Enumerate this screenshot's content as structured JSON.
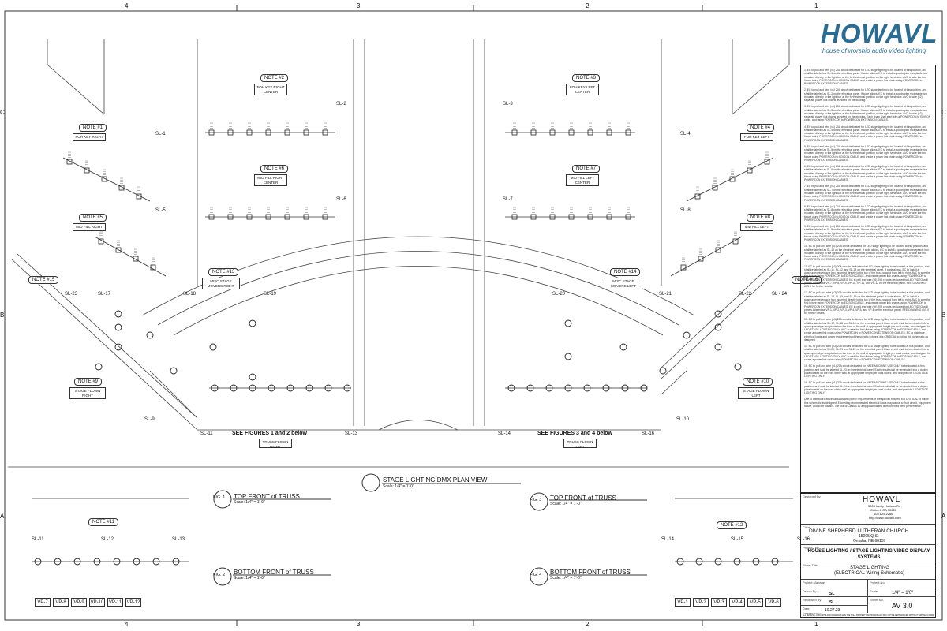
{
  "grid": {
    "columns": [
      "4",
      "3",
      "2",
      "1"
    ],
    "rows": [
      "C",
      "B",
      "A"
    ]
  },
  "logo": {
    "wordmark": "HOWAVL",
    "tagline": "house of worship audio video lighting"
  },
  "plan": {
    "title": "STAGE LIGHTING DMX PLAN VIEW",
    "scale": "Scale: 1/4\" = 1'-0\""
  },
  "notes": [
    {
      "tag": "NOTE #1",
      "desc": "FOH KEY RIGHT"
    },
    {
      "tag": "NOTE #2",
      "desc": "FOH KEY RIGHT CENTER"
    },
    {
      "tag": "NOTE #3",
      "desc": "FOH KEY LEFT CENTER"
    },
    {
      "tag": "NOTE #4",
      "desc": "FOH KEY LEFT"
    },
    {
      "tag": "NOTE #5",
      "desc": "MID FILL RIGHT"
    },
    {
      "tag": "NOTE #6",
      "desc": "MID FILL RIGHT CENTER"
    },
    {
      "tag": "NOTE #7",
      "desc": "MID FILL LEFT CENTER"
    },
    {
      "tag": "NOTE #8",
      "desc": "MID FILL LEFT"
    },
    {
      "tag": "NOTE #9",
      "desc": "STAGE FLOWN RIGHT"
    },
    {
      "tag": "NOTE #10",
      "desc": "STAGE FLOWN LEFT"
    },
    {
      "tag": "NOTE #11",
      "desc": ""
    },
    {
      "tag": "NOTE #12",
      "desc": ""
    },
    {
      "tag": "NOTE #13",
      "desc": "MISC STAGE MOVERS RIGHT"
    },
    {
      "tag": "NOTE #14",
      "desc": "MISC STAGE MOVERS LEFT"
    },
    {
      "tag": "NOTE #15",
      "desc": ""
    },
    {
      "tag": "NOTE #16",
      "desc": ""
    }
  ],
  "circuits": [
    "SL-1",
    "SL-2",
    "SL-3",
    "SL-4",
    "SL-5",
    "SL-6",
    "SL-7",
    "SL-8",
    "SL-9",
    "SL-10",
    "SL-11",
    "SL-12",
    "SL-13",
    "SL-14",
    "SL-15",
    "SL-16",
    "SL-17",
    "SL-18",
    "SL-19",
    "SL-20",
    "SL-21",
    "SL-22",
    "SL-23",
    "SL - 24"
  ],
  "truss": {
    "right_label": "TRUSS FLOWN RIGHT",
    "left_label": "TRUSS FLOWN LEFT",
    "see_right": "SEE FIGURES 1 and 2 below",
    "see_left": "SEE FIGURES 3 and 4 below"
  },
  "figures": [
    {
      "num": "FIG. 1",
      "title": "TOP FRONT of TRUSS",
      "scale": "Scale: 1/4\" = 1'-0\""
    },
    {
      "num": "FIG. 2",
      "title": "BOTTOM FRONT of TRUSS",
      "scale": "Scale: 1/4\" = 1'-0\""
    },
    {
      "num": "FIG. 3",
      "title": "TOP FRONT of TRUSS",
      "scale": "Scale: 1/4\" = 1'-0\""
    },
    {
      "num": "FIG. 4",
      "title": "BOTTOM FRONT of TRUSS",
      "scale": "Scale: 1/4\" = 1'-0\""
    }
  ],
  "vp_left": [
    "VP-7",
    "VP-8",
    "VP-9",
    "VP-10",
    "VP-11",
    "VP-12"
  ],
  "vp_right": [
    "VP-1",
    "VP-2",
    "VP-3",
    "VP-4",
    "VP-5",
    "VP-6"
  ],
  "general_notes": [
    "1. EC to pull and wire (x1) 20A circuit dedicated for LED stage lighting to be located at this position, and shall be labeled as SL-1 on the electrical panel. If code allows, EC to install a quadruplex receptacle box mounted directly to the light bar at the furthest most position on the right hand side. AVC to wire the first fixture using POWERCON to EDISON CABLE, and create a power link chain using POWERCON to POWERCON EXTENSION CABLES.",
    "2. EC to pull and wire (x1) 20A circuit dedicated for LED stage lighting to be located at this position, and shall be labeled as SL-2 on the electrical panel. If code allows, EC to install a quadruplex receptacle box mounted directly to the light bar at the furthest most position on the right hand side. AVC to wire (x2) separate power link chains as noted on the drawing.",
    "3. EC to pull and wire (x1) 20A circuit dedicated for LED stage lighting to be located at this position, and shall be labeled as SL-3 on the electrical panel. If code allows, EC to install a quadruplex receptacle box mounted directly to the light bar at the furthest most position on the right hand side. AVC to wire (x2) separate power link chains as noted on the drawing. Each chain shall start with a POWERCON to EDISON cable, and using POWERCON to POWERCON EXTENSION CABLES.",
    "4. EC to pull and wire (x1) 20A circuit dedicated for LED stage lighting to be located at this position, and shall be labeled as SL-4 on the electrical panel. If code allows, EC to install a quadruplex receptacle box mounted directly to the light bar at the furthest most position on the right hand side. AVC to wire the first fixture using POWERCON to EDISON CABLE, and create a power link chain using POWERCON to POWERCON EXTENSION CABLES.",
    "5. EC to pull and wire (x1) 20A circuit dedicated for LED stage lighting to be located at this position, and shall be labeled as SL-5 on the electrical panel. If code allows, EC to install a quadruplex receptacle box mounted directly to the light bar at the furthest most position on the right hand side. AVC to wire the first fixture using POWERCON to EDISON CABLE, and create a power link chain using POWERCON to POWERCON EXTENSION CABLES.",
    "6. EC to pull and wire (x1) 20A circuit dedicated for LED stage lighting to be located at this position, and shall be labeled as SL-6 on the electrical panel. If code allows, EC to install a quadruplex receptacle box mounted directly to the light bar at the furthest most position on the right hand side. AVC to wire the first fixture using POWERCON to EDISON CABLE, and create a power link chain using POWERCON to POWERCON EXTENSION CABLES.",
    "7. EC to pull and wire (x1) 20A circuit dedicated for LED stage lighting to be located at this position, and shall be labeled as SL-7 on the electrical panel. If code allows, EC to install a quadruplex receptacle box mounted directly to the light bar at the furthest most position on the right hand side. AVC to wire the first fixture using POWERCON to EDISON CABLE, and create a power link chain using POWERCON to POWERCON EXTENSION CABLES.",
    "8. EC to pull and wire (x1) 20A circuit dedicated for LED stage lighting to be located at this position, and shall be labeled as SL-8 on the electrical panel. If code allows, EC to install a quadruplex receptacle box mounted directly to the light bar at the furthest most position on the right hand side. AVC to wire the first fixture using POWERCON to EDISON CABLE, and create a power link chain using POWERCON to POWERCON EXTENSION CABLES.",
    "9. EC to pull and wire (x1) 20A circuit dedicated for LED stage lighting to be located at this position, and shall be labeled as SL-9 on the electrical panel. If code allows, EC to install a quadruplex receptacle box mounted directly to the light bar at the furthest most position on the right hand side. AVC to wire the first fixture using POWERCON to EDISON CABLE, and create a power link chain using POWERCON to POWERCON EXTENSION CABLES.",
    "10. EC to pull and wire (x1) 20A circuit dedicated for LED stage lighting to be located at this position, and shall be labeled as SL-10 on the electrical panel. If code allows, EC to install a quadruplex receptacle box mounted directly to the light bar at the furthest most position on the right hand side. AVC to wire the first fixture using POWERCON to EDISON CABLE, and create a power link chain using POWERCON to POWERCON EXTENSION CABLES.",
    "11. EC to pull and wire (x3) 20A circuits dedicated for LED stage lighting to be located at this position, and shall be labeled as SL-11, SL-12, and SL-13 on the electrical panel. If code allows, EC to install a quadruplex receptacle box mounted directly to the top of the truss spaced from left to right. AVC to wire the first fixture using POWERCON to EDISON CABLE, and create power link chains using POWERCON to POWERCON EXTENSION CABLES. EC to pull and wire (x6) 20A circuits dedicated for LED VIDEO wall panels labeled as VP-7, VP-8, VP-9, VP-10, VP-11, and VP-12 on the electrical panel. SEE DRAWING AV5.0 for further details.",
    "12. EC to pull and wire (x3) 20A circuits dedicated for LED stage lighting to be located at this position, and shall be labeled as SL-14, SL-15, and SL-16 on the electrical panel. If code allows, EC to install a quadruplex receptacle box mounted directly to the top of the truss spaced from left to right. AVC to wire the first fixture using POWERCON to EDISON CABLE, and create power link chains using POWERCON to POWERCON EXTENSION CABLES. EC to pull and wire (x6) 20A circuits dedicated for LED VIDEO wall panels labeled as VP-1, VP-2, VP-3, VP-4, VP-5, and VP-6 on the electrical panel. SEE DRAWING AV5.0 for further details.",
    "13. EC to pull and wire (x3) 20A circuits dedicated for LED stage lighting to be located at this position, and shall be labeled as SL-17, SL-18 and SL-19 on the electrical panel. Each circuit shall be terminated into a quadruplex style receptacle into the front of the wall at appropriate height per local codes, and designed for LED STAGE LIGHTING ONLY. AVC to wire the first fixture using POWERCON to EDISON CABLE, and create a power link chain using POWERCON to POWERCON EXTENSION CABLES. EC to distribute electrical loads and power requirements of the specific fixtures, it is CRITICAL to follow this schematic as designed.",
    "14. EC to pull and wire (x3) 20A circuits dedicated for LED stage lighting to be located at this position, and shall be labeled as SL-20, SL-21 and SL-22 on the electrical panel. Each circuit shall be terminated into a quadruplex style receptacle into the front of the wall at appropriate height per local codes, and designed for LED STAGE LIGHTING ONLY. AVC to wire the first fixture using POWERCON to EDISON CABLE, and create a power link chain using POWERCON to POWERCON EXTENSION CABLES.",
    "15. EC to pull and wire (x1) 20A circuit dedicated for HAZE MACHINE USE ONLY to be located at this position, and shall be labeled SL-23 on the electrical panel. Each circuit shall be terminated into a duplex plate located on the front of the wall, at appropriate height per local codes, and designed for LED STAGE LIGHTING ONLY.",
    "16. EC to pull and wire (x1) 20A circuit dedicated for HAZE MACHINE USE ONLY to be located at this position, and shall be labeled SL-24 on the electrical panel. Each circuit shall be terminated into a duplex plate located on the front of the wall, at appropriate height per local codes, and designed for LED STAGE LIGHTING ONLY.",
    "Due to distributed electrical loads and power requirements of the specific fixtures, it is CRITICAL to follow this schematic as designed. Exceeding recommended electrical loads may cause a short circuit, equipment failure, and a fire hazard. The use of Class 4 12 amp powercables is required for best performance."
  ],
  "title_block": {
    "designed_by_label": "Designed By",
    "company": "HOWAVL",
    "company_addr1": "580 Howdy Hudson Rd",
    "company_addr2": "Colbert, GA 30628",
    "company_phone": "404.825.2266",
    "company_web": "http://www.howavl.com",
    "client_label": "Client",
    "client": "DIVINE SHEPHERD LUTHERAN CHURCH",
    "client_addr1": "15005 Q St",
    "client_addr2": "Omaha, NE 68137",
    "project_label": "Project Title",
    "project": "HOUSE LIGHTING / STAGE LIGHTING VIDEO DISPLAY SYSTEMS",
    "sheet_title_label": "Sheet Title",
    "sheet_title1": "STAGE LIGHTING",
    "sheet_title2": "(ELECTRICAL Wiring Schematic)",
    "pm_label": "Project Manager",
    "project_no_label": "Project No.",
    "drawn_label": "Drawn By",
    "drawn": "SL",
    "scale_label": "Scale",
    "scale": "1/4\" = 1'0\"",
    "reviewed_label": "Reviewed By",
    "reviewed": "SL",
    "sheet_no_label": "Sheet No.",
    "date_label": "Date",
    "date": "10.27.23",
    "sheet_no": "AV 3.0",
    "copyright": "©2023 File Name",
    "footer": "ALL DESIGNS, CONCEPTS AND DRAWINGS ARE THE SOLE PROPERTY OF HOWAVL AND MAY NOT BE REPRODUCED WITHOUT WRITTEN CONSENT"
  }
}
